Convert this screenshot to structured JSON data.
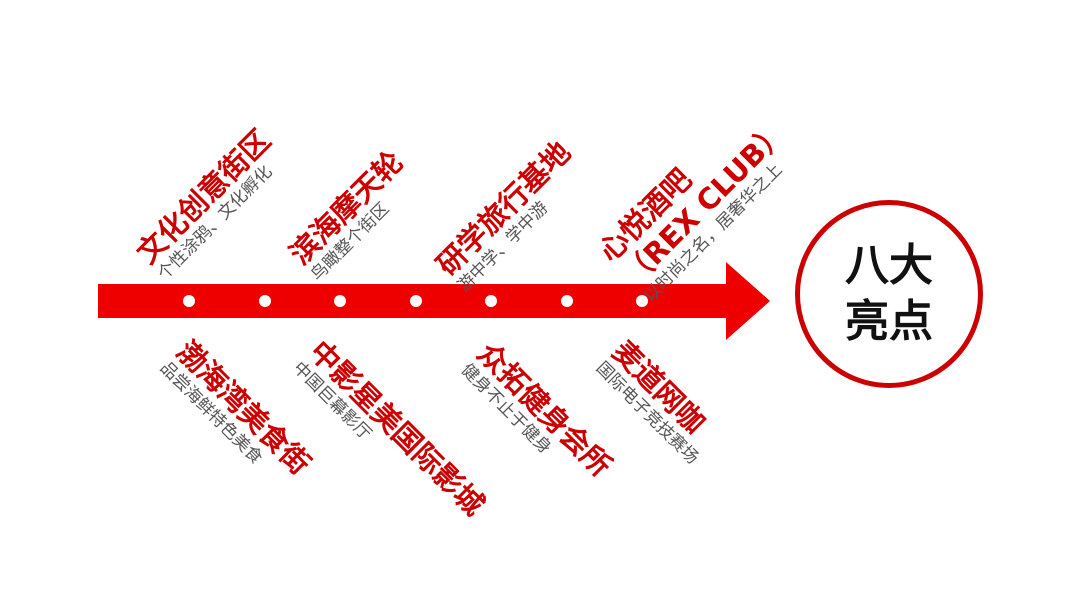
{
  "hub": {
    "line1": "八大",
    "line2": "亮点"
  },
  "colors": {
    "accent": "#cc0000",
    "title": "#cc0000",
    "subtitle": "#555555"
  },
  "top_items": [
    {
      "title": "文化创意街区",
      "subtitle": "个性涂鸦、文化孵化"
    },
    {
      "title": "滨海摩天轮",
      "subtitle": "鸟瞰整个街区"
    },
    {
      "title": "研学旅行基地",
      "subtitle": "游中学、学中游"
    },
    {
      "title": "心悦酒吧",
      "title2": "（REX CLUB）",
      "subtitle": "以时尚之名，居奢华之上"
    }
  ],
  "bottom_items": [
    {
      "title": "渤海湾美食街",
      "subtitle": "品尝海鲜特色美食"
    },
    {
      "title": "中影星美国际影城",
      "subtitle": "中国巨幕影厅"
    },
    {
      "title": "众拓健身会所",
      "subtitle": "健身不止于健身"
    },
    {
      "title": "麦道网咖",
      "subtitle": "国际电子竞技赛场"
    }
  ]
}
